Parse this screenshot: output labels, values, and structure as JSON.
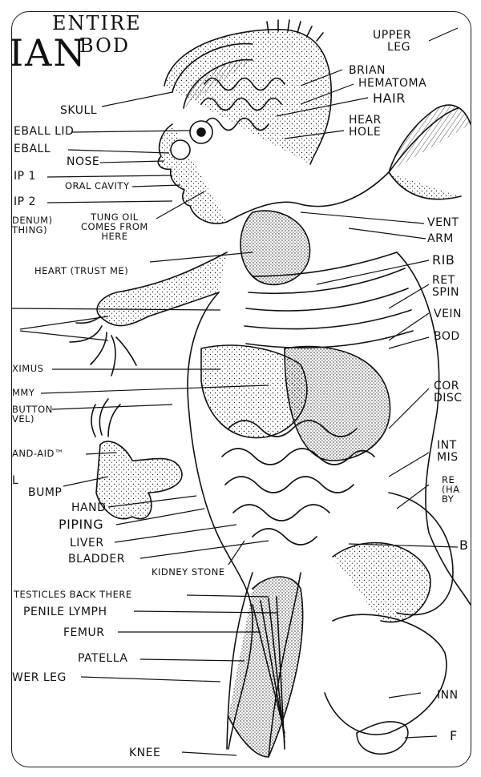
{
  "header": {
    "line1": "ENTIRE",
    "line2": "BOD",
    "line3": "IAN"
  },
  "labels": {
    "upper_leg": [
      "UPPER",
      "LEG"
    ],
    "brian": "BRIAN",
    "hematoma": "HEMATOMA",
    "hair": "HAIR",
    "skull": "SKULL",
    "hear_hole": [
      "HEAR",
      "HOLE"
    ],
    "eyeball_lid": "EBALL LID",
    "eyeball": "EBALL",
    "nose": "NOSE",
    "lip1": "IP 1",
    "oral_cavity": "ORAL CAVITY",
    "lip2": "IP 2",
    "denum": [
      "DENUM)",
      "THING)"
    ],
    "tung_oil": [
      "TUNG OIL",
      "COMES FROM",
      "HERE"
    ],
    "vent": "VENT",
    "arm": "ARM",
    "heart": "HEART (TRUST ME)",
    "rib": "RIB",
    "ret_spin": [
      "RET",
      "SPIN"
    ],
    "vein": "VEIN",
    "bod": "BOD",
    "ximus": "XIMUS",
    "mmy": "MMY",
    "button": [
      "BUTTON",
      "VEL)"
    ],
    "cor_disc": [
      "COR",
      "DISC"
    ],
    "band_aid": "AND-AID™",
    "int_mis": [
      "INT",
      "MIS"
    ],
    "bump": [
      "L",
      "BUMP"
    ],
    "re_ha_by": [
      "RE",
      "(HA",
      "BY"
    ],
    "hand": "HAND",
    "piping": "PIPING",
    "liver": "LIVER",
    "bladder": "BLADDER",
    "b": "B",
    "kidney_stone": "KIDNEY STONE",
    "testicles": "TESTICLES BACK THERE",
    "penile_lymph": "PENILE LYMPH",
    "femur": "FEMUR",
    "patella": "PATELLA",
    "lower_leg": "WER LEG",
    "inn": "INN",
    "knee": "KNEE",
    "f": "F"
  }
}
